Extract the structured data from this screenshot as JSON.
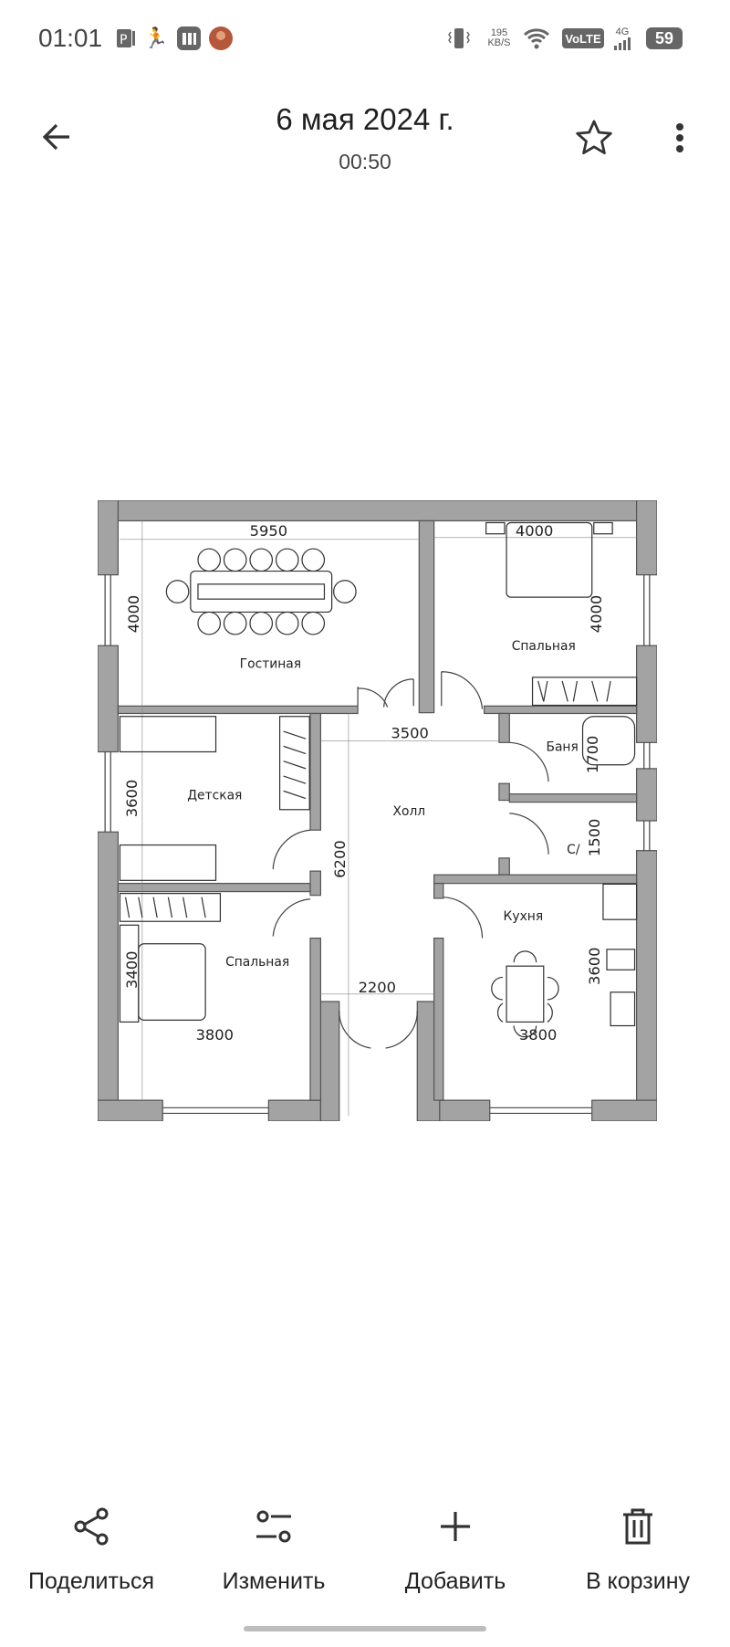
{
  "status_bar": {
    "time": "01:01",
    "net_speed_value": "195",
    "net_speed_unit": "KB/S",
    "volte": "VoLTE",
    "network": "4G",
    "battery": "59"
  },
  "header": {
    "title": "6 мая 2024 г.",
    "subtitle": "00:50"
  },
  "plan": {
    "dims": {
      "living_width": "5950",
      "living_height": "4000",
      "bed1_width": "4000",
      "bed1_height": "4000",
      "hall_width": "3500",
      "bath_height": "1700",
      "kids_height": "3600",
      "wc_height": "1500",
      "hall_length": "6200",
      "entrance_width": "2200",
      "bed2_height": "3400",
      "bed2_width": "3800",
      "kitchen_height": "3600",
      "kitchen_width": "3800"
    },
    "rooms": {
      "living": "Гостиная",
      "bed1": "Спальная",
      "bath": "Баня",
      "kids": "Детская",
      "hall": "Холл",
      "wc": "С/",
      "kitchen": "Кухня",
      "bed2": "Спальная"
    }
  },
  "actions": [
    {
      "label": "Поделиться",
      "icon": "share-icon"
    },
    {
      "label": "Изменить",
      "icon": "edit-sliders-icon"
    },
    {
      "label": "Добавить",
      "icon": "plus-icon"
    },
    {
      "label": "В корзину",
      "icon": "trash-icon"
    }
  ],
  "colors": {
    "wall": "#a3a3a3",
    "line": "#333333"
  }
}
